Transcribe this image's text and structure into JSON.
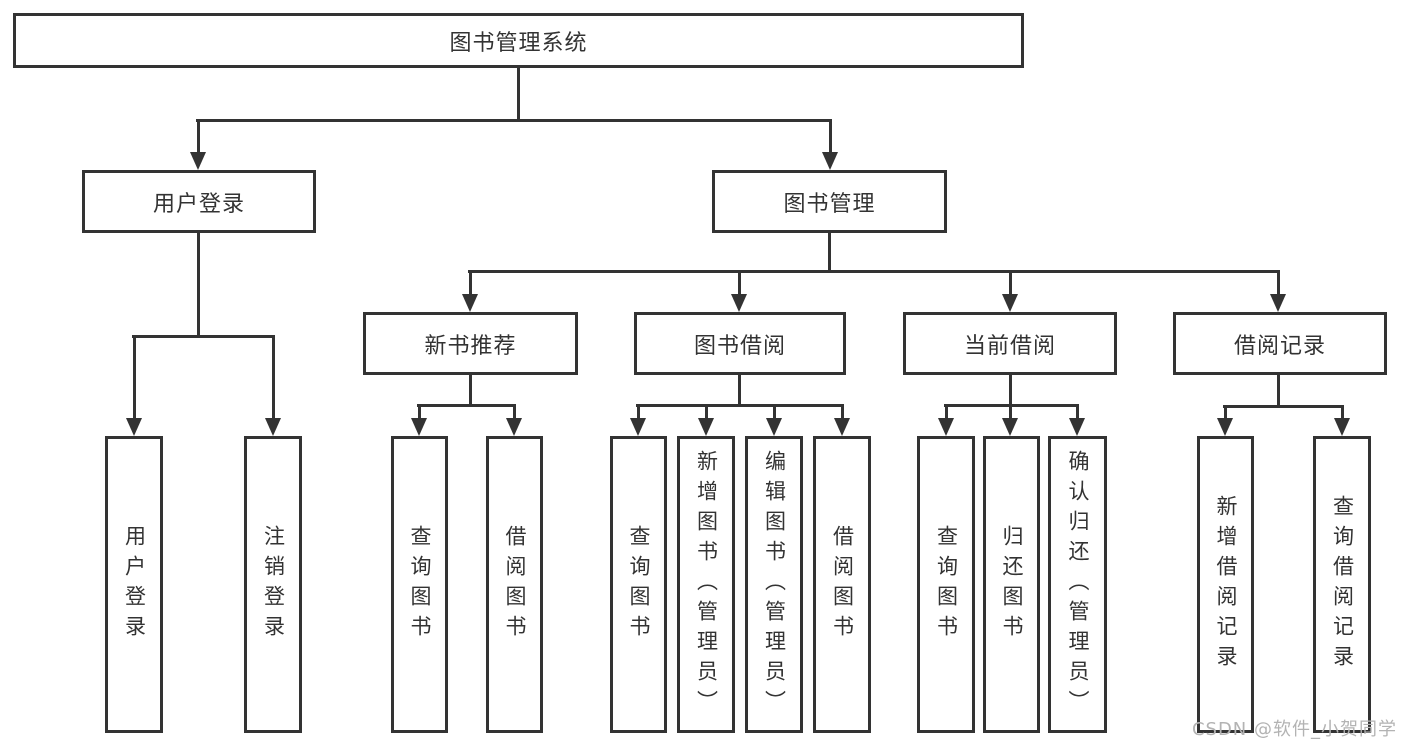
{
  "tree": {
    "root": {
      "label": "图书管理系统"
    },
    "branches": [
      {
        "label": "用户登录",
        "leaves": [
          {
            "label": "用户登录"
          },
          {
            "label": "注销登录"
          }
        ]
      },
      {
        "label": "图书管理",
        "children": [
          {
            "label": "新书推荐",
            "leaves": [
              {
                "label": "查询图书"
              },
              {
                "label": "借阅图书"
              }
            ]
          },
          {
            "label": "图书借阅",
            "leaves": [
              {
                "label": "查询图书"
              },
              {
                "label": "新增图书（管理员）"
              },
              {
                "label": "编辑图书（管理员）"
              },
              {
                "label": "借阅图书"
              }
            ]
          },
          {
            "label": "当前借阅",
            "leaves": [
              {
                "label": "查询图书"
              },
              {
                "label": "归还图书"
              },
              {
                "label": "确认归还（管理员）"
              }
            ]
          },
          {
            "label": "借阅记录",
            "leaves": [
              {
                "label": "新增借阅记录"
              },
              {
                "label": "查询借阅记录"
              }
            ]
          }
        ]
      }
    ]
  },
  "watermark": {
    "text": "CSDN @软件_小贺同学"
  },
  "colors": {
    "line": "#333333",
    "box_background": "#ffffff",
    "text": "#333333",
    "watermark": "#b3b3b3"
  }
}
